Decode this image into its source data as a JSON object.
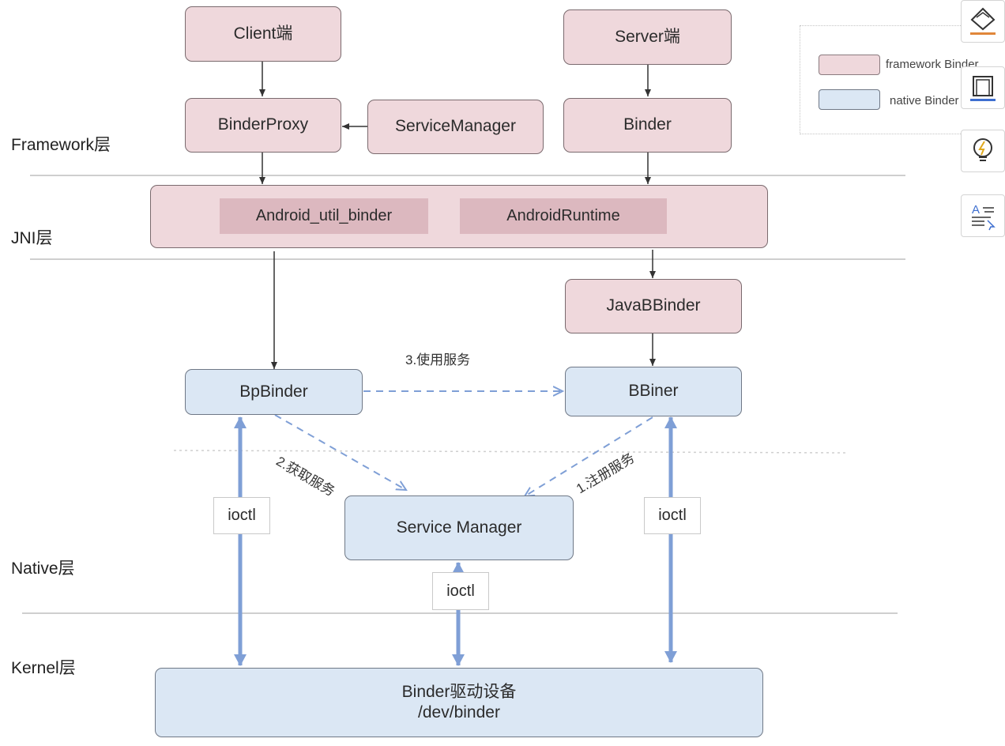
{
  "layers": {
    "framework": "Framework层",
    "jni": "JNI层",
    "native": "Native层",
    "kernel": "Kernel层"
  },
  "nodes": {
    "client": "Client端",
    "server": "Server端",
    "binder_proxy": "BinderProxy",
    "service_manager_fw": "ServiceManager",
    "binder": "Binder",
    "android_util_binder": "Android_util_binder",
    "android_runtime": "AndroidRuntime",
    "java_bbinder": "JavaBBinder",
    "bp_binder": "BpBinder",
    "bbiner": "BBiner",
    "service_manager_native": "Service Manager",
    "binder_driver_line1": "Binder驱动设备",
    "binder_driver_line2": "/dev/binder"
  },
  "edges": {
    "use_service": "3.使用服务",
    "get_service": "2.获取服务",
    "register_service": "1.注册服务",
    "ioctl": "ioctl"
  },
  "legend": {
    "framework_binder": "framework Binder",
    "native_binder": "native Binder"
  },
  "colors": {
    "framework_fill": "#efd8dc",
    "native_fill": "#dbe7f4",
    "arrow_blue": "#7f9fd6"
  },
  "toolbar_icons": [
    "shape-diamond-icon",
    "frame-icon",
    "lightbulb-icon",
    "text-select-icon"
  ]
}
